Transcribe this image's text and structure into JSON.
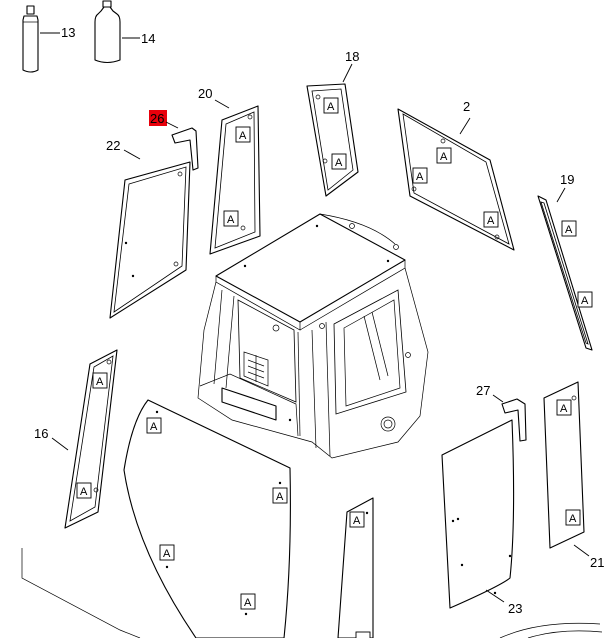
{
  "callouts": {
    "c13": "13",
    "c14": "14",
    "c18": "18",
    "c20": "20",
    "c26": "26",
    "c2": "2",
    "c22": "22",
    "c19": "19",
    "c16": "16",
    "c27": "27",
    "c21": "21",
    "c23": "23"
  },
  "highlight_color": "#e8000b",
  "box_label": "A"
}
